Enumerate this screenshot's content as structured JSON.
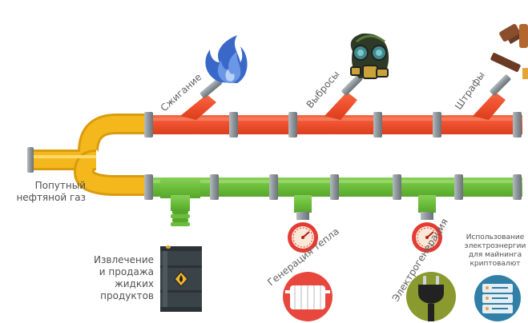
{
  "source": {
    "label_line1": "Попутный",
    "label_line2": "нефтяной газ"
  },
  "red_branch": {
    "outlets": [
      {
        "label": "Сжигание",
        "icon": "flame-icon"
      },
      {
        "label": "Выбросы",
        "icon": "gas-mask-icon"
      },
      {
        "label": "Штрафы",
        "icon": "gavel-icon"
      }
    ]
  },
  "green_branch": {
    "extraction": {
      "line1": "Извлечение",
      "line2": "и продажа",
      "line3": "жидких",
      "line4": "продуктов",
      "icon": "oil-barrel-icon"
    },
    "heat": {
      "label": "Генерация тепла",
      "icon": "radiator-icon"
    },
    "power": {
      "label": "Электрогенерация",
      "icon": "electric-plug-icon"
    },
    "mining": {
      "line1": "Использование",
      "line2": "электроэнергии",
      "line3": "для майнинга",
      "line4": "криптовалют",
      "icon": "server-rack-icon"
    }
  },
  "colors": {
    "yellow_pipe": "#f4b81c",
    "red_pipe": "#ee4f2c",
    "green_pipe": "#6cbd3b",
    "coupling": "#8c949a",
    "gauge_red": "#e23c34",
    "circle_red": "#e8473e",
    "circle_olive": "#8a9a2e",
    "circle_blue": "#2f7fa7"
  }
}
